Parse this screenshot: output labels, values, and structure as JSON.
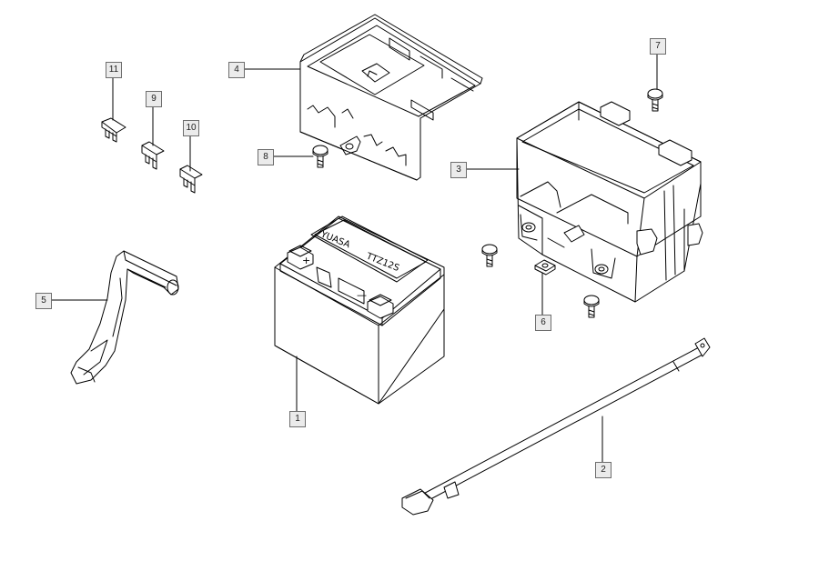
{
  "diagram": {
    "callouts": [
      {
        "id": "1",
        "label": "1"
      },
      {
        "id": "2",
        "label": "2"
      },
      {
        "id": "3",
        "label": "3"
      },
      {
        "id": "4",
        "label": "4"
      },
      {
        "id": "5",
        "label": "5"
      },
      {
        "id": "6",
        "label": "6"
      },
      {
        "id": "7",
        "label": "7"
      },
      {
        "id": "8",
        "label": "8"
      },
      {
        "id": "9",
        "label": "9"
      },
      {
        "id": "10",
        "label": "10"
      },
      {
        "id": "11",
        "label": "11"
      }
    ],
    "battery": {
      "brand": "YUASA",
      "model": "TTZ12S",
      "positive_symbol": "+",
      "negative_symbol": "—"
    },
    "line_color": "#000000",
    "callout_bg": "#ebebeb"
  }
}
